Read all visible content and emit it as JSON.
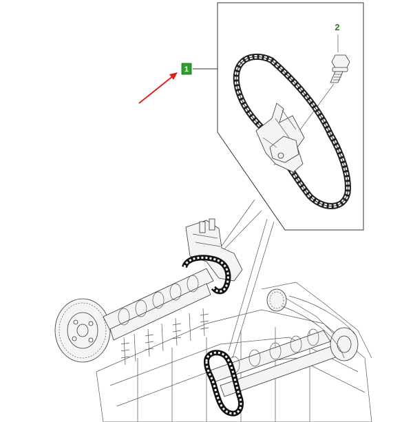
{
  "callouts": [
    {
      "label": "1",
      "color": "#2e9e2e",
      "target": "timing-chain-assembly"
    },
    {
      "label": "2",
      "color": "#2e7d1f",
      "target": "bolt"
    }
  ],
  "pointer_arrow_color": "#e0201b",
  "inset_border_color": "#333333"
}
